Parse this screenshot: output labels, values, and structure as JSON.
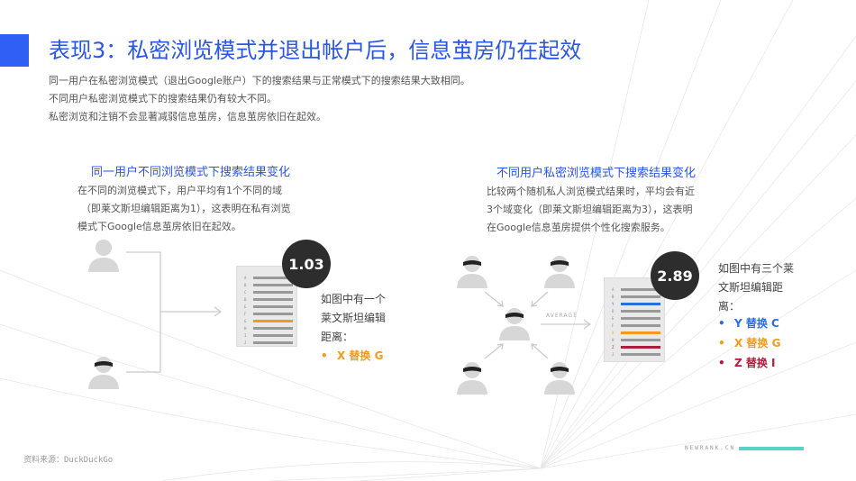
{
  "title": "表现3：私密浏览模式并退出帐户后，信息茧房仍在起效",
  "summary": [
    "同一用户在私密浏览模式（退出Google账户）下的搜索结果与正常模式下的搜索结果大致相同。",
    "不同用户私密浏览模式下的搜索结果仍有较大不同。",
    "私密浏览和注销不会显著减弱信息茧房，信息茧房依旧在起效。"
  ],
  "left": {
    "heading": "同一用户不同浏览模式下搜索结果变化",
    "desc": [
      "在不同的浏览模式下，用户平均有1个不同的域",
      "（即莱文斯坦编辑距离为1），这表明在私有浏览",
      "模式下Google信息茧房依旧在起效。"
    ],
    "value": "1.03",
    "note": [
      "如图中有一个",
      "莱文斯坦编辑",
      "距离："
    ],
    "bullets": [
      {
        "text": "X 替换 G",
        "color": "#f39a1e"
      }
    ]
  },
  "right": {
    "heading": "不同用户私密浏览模式下搜索结果变化",
    "desc": [
      "比较两个随机私人浏览模式结果时，平均会有近",
      "3个域变化（即莱文斯坦编辑距离为3），这表明",
      "在Google信息茧房提供个性化搜索服务。"
    ],
    "value": "2.89",
    "average_label": "AVERAGE",
    "note": [
      "如图中有三个莱",
      "文斯坦编辑距",
      "离："
    ],
    "bullets": [
      {
        "text": "Y 替换 C",
        "color": "#2a6fe0"
      },
      {
        "text": "X 替换 G",
        "color": "#f39a1e"
      },
      {
        "text": "Z 替换 I",
        "color": "#b01c3c"
      }
    ]
  },
  "doc_letters": [
    "A",
    "B",
    "C",
    "D",
    "E",
    "F",
    "G",
    "H",
    "I",
    "J"
  ],
  "right_doc_letters": [
    "A",
    "B",
    "Y",
    "D",
    "E",
    "F",
    "X",
    "H",
    "Z",
    "J"
  ],
  "source": "资料来源：DuckDuckGo",
  "brand": "NEWRANK.CN",
  "colors": {
    "title_blue": "#2a55e6",
    "accent_bar": "#2f5ff5",
    "orange": "#f39a1e",
    "blue": "#2a6fe0",
    "red": "#b01c3c",
    "teal": "#5bd4c6"
  }
}
